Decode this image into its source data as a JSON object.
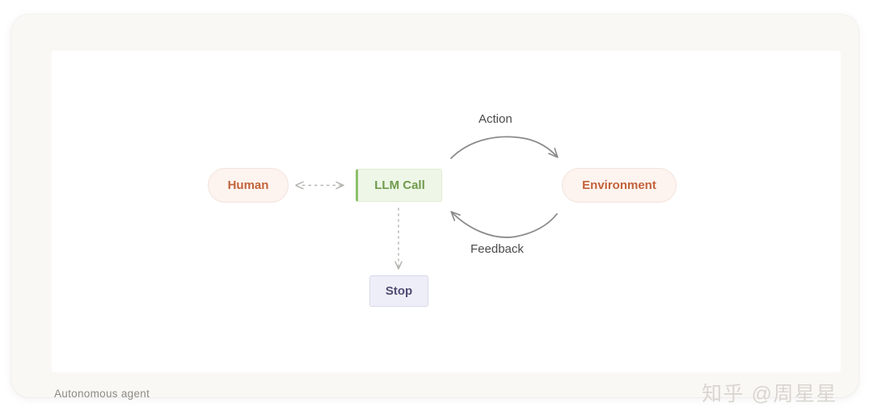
{
  "card": {
    "caption": "Autonomous agent",
    "watermark": "知乎 @周星星"
  },
  "diagram": {
    "title": "Autonomous agent",
    "nodes": [
      {
        "id": "human",
        "label": "Human",
        "shape": "pill",
        "fill": "#fdf3ef",
        "text_color": "#c2633a"
      },
      {
        "id": "llm_call",
        "label": "LLM Call",
        "shape": "rect",
        "fill": "#eef6e7",
        "text_color": "#6f9a4c",
        "accent": "#8cc06a"
      },
      {
        "id": "environment",
        "label": "Environment",
        "shape": "pill",
        "fill": "#fdf3ef",
        "text_color": "#c2633a"
      },
      {
        "id": "stop",
        "label": "Stop",
        "shape": "rect",
        "fill": "#eeeef8",
        "text_color": "#4d4d73"
      }
    ],
    "edges": [
      {
        "id": "human-llm",
        "from": "human",
        "to": "llm_call",
        "label": "",
        "style": "dashed",
        "direction": "bidirectional"
      },
      {
        "id": "llm-env",
        "from": "llm_call",
        "to": "environment",
        "label": "Action",
        "style": "solid-arc",
        "direction": "forward"
      },
      {
        "id": "env-llm",
        "from": "environment",
        "to": "llm_call",
        "label": "Feedback",
        "style": "solid-arc",
        "direction": "forward"
      },
      {
        "id": "llm-stop",
        "from": "llm_call",
        "to": "stop",
        "label": "",
        "style": "dotted",
        "direction": "forward"
      }
    ],
    "labels": {
      "action": "Action",
      "feedback": "Feedback"
    }
  },
  "colors": {
    "page_background": "#ffffff",
    "card_background": "#faf8f5",
    "panel_background": "#ffffff",
    "arrow": "#8a8a8a",
    "dashed_arrow": "#b8b6b2",
    "caption_text": "#8d8a85",
    "watermark_text": "#d9d6d1"
  }
}
